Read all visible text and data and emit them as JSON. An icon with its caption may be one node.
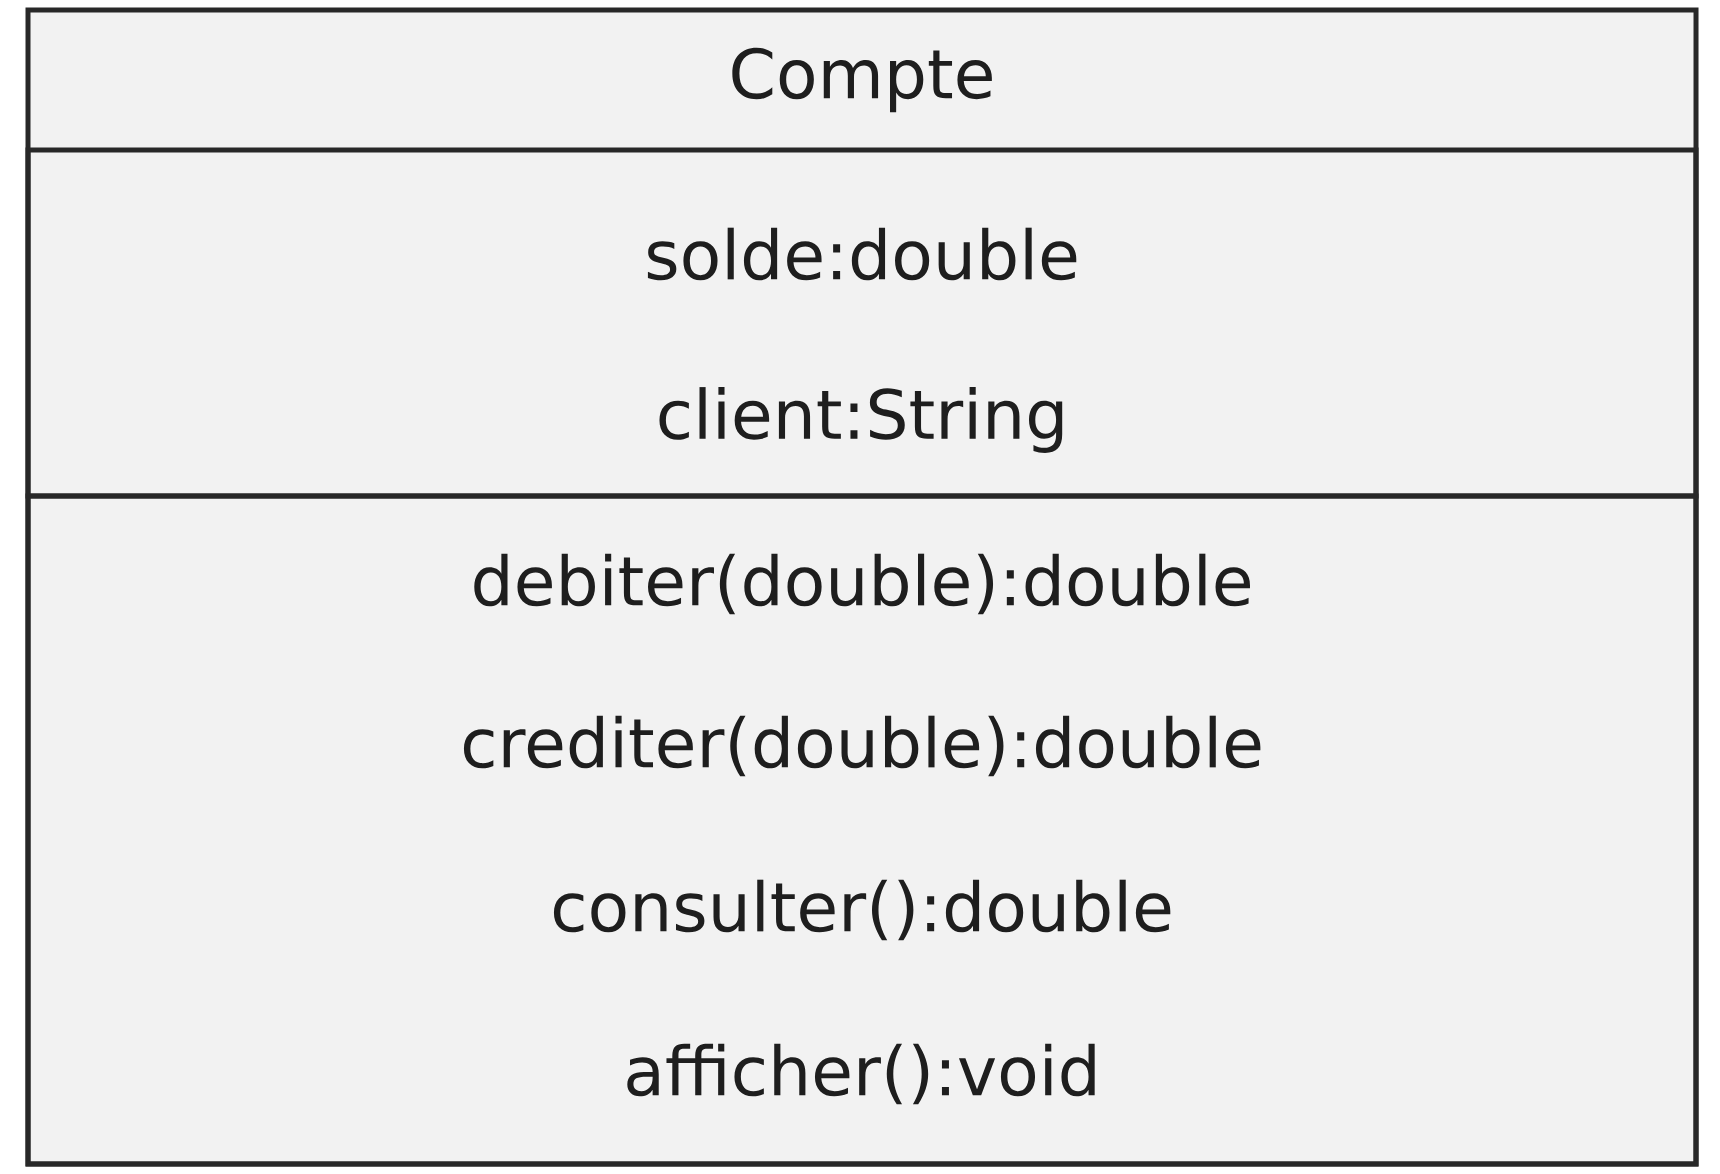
{
  "diagram": {
    "nodes": [
      {
        "text": [
          "Compte"
        ]
      },
      {
        "text": [
          "solde:double",
          "client:String"
        ],
        "in": 0
      },
      {
        "text": [
          "debiter(double):double",
          "crediter(double):double",
          "consulter():double",
          "afficher():void"
        ],
        "in": 0
      }
    ]
  }
}
